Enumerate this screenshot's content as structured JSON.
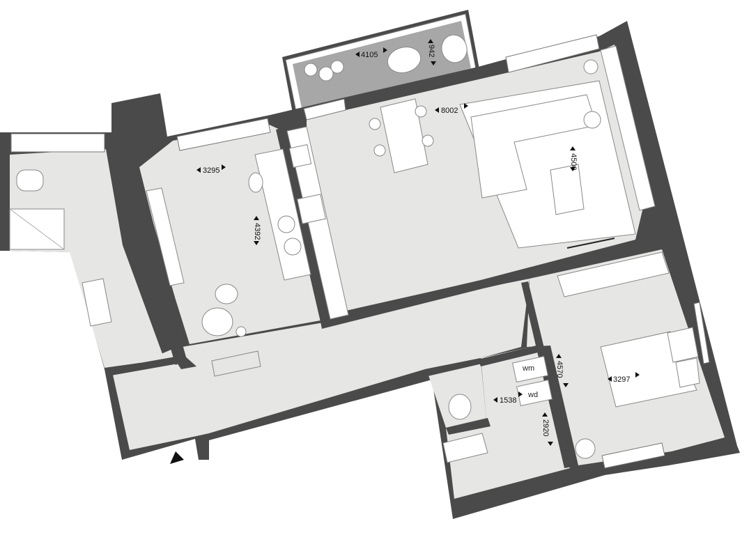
{
  "dimensions": {
    "kitchen_width": "3295",
    "kitchen_depth": "4392",
    "living_width": "8002",
    "living_depth": "4500",
    "balcony_width": "4105",
    "balcony_depth": "942",
    "utility_width": "1538",
    "bathroom_depth": "2920",
    "bedroom_depth": "4570",
    "bedroom_width": "3297"
  },
  "appliances": {
    "washing_machine": "wm",
    "dryer": "wd"
  }
}
